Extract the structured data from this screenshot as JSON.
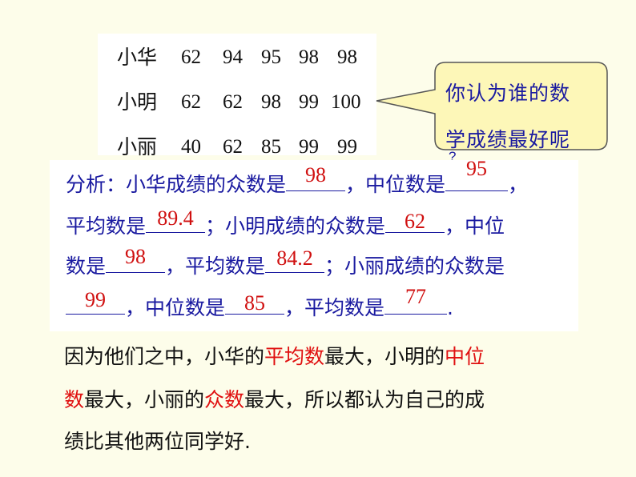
{
  "scores_table": {
    "rows": [
      {
        "name": "小华",
        "scores": [
          "62",
          "94",
          "95",
          "98",
          "98"
        ]
      },
      {
        "name": "小明",
        "scores": [
          "62",
          "62",
          "98",
          "99",
          "100"
        ]
      },
      {
        "name": "小丽",
        "scores": [
          "40",
          "62",
          "85",
          "99",
          "99"
        ]
      }
    ]
  },
  "callout": {
    "line1": "你认为谁的数",
    "line2": "学成绩最好呢",
    "tail": "?"
  },
  "analysis": {
    "l1_a": "分析：小华成绩的众数是",
    "ans_xh_mode": "98",
    "l1_b": "，中位数是",
    "ans_xh_median": "95",
    "l1_c": "，",
    "l2_a": "平均数是",
    "ans_xh_mean": "89.4",
    "l2_b": "；小明成绩的众数是",
    "ans_xm_mode": "62",
    "l2_c": "，中位",
    "l3_a": "数是",
    "ans_xm_median": "98",
    "l3_b": "，平均数是",
    "ans_xm_mean": "84.2",
    "l3_c": "；小丽成绩的众数是",
    "ans_xl_mode": "99",
    "l4_b": "，中位数是",
    "ans_xl_median": "85",
    "l4_c": "，平均数是",
    "ans_xl_mean": "77",
    "l4_d": "."
  },
  "conclusion": {
    "l1_a": "因为他们之中，小华的",
    "l1_red1": "平均数",
    "l1_b": "最大，小明的",
    "l1_red2": "中位",
    "l2_red": "数",
    "l2_a": "最大，小丽的",
    "l2_red2": "众数",
    "l2_b": "最大，所以都认为自己的成",
    "l3": "绩比其他两位同学好."
  },
  "colors": {
    "background": "#fdfdea",
    "callout_fill": "#fdf7b8",
    "question_text": "#1a1aa0",
    "answer_text": "#d01010",
    "highlight": "#e01010"
  }
}
